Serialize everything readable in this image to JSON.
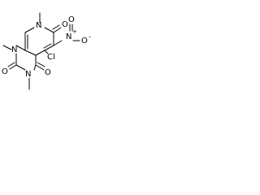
{
  "atoms": {
    "n8": "N",
    "n1": "N",
    "n3": "N",
    "o7": "O",
    "o2": "O",
    "o4": "O",
    "cl": "Cl",
    "nitro_n": "N",
    "nitro_plus": "+",
    "nitro_o_top": "O",
    "nitro_o_side": "O",
    "nitro_minus": "-"
  },
  "colors": {
    "bond": "#000000",
    "label": "#000000",
    "background": "#ffffff"
  }
}
